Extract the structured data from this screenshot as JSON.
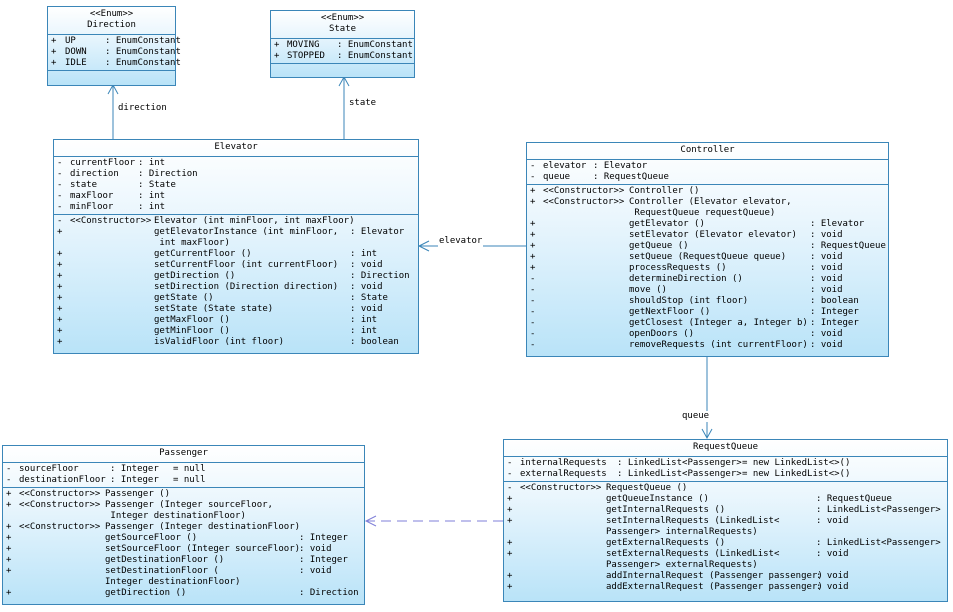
{
  "direction": {
    "stereotype": "<<Enum>>",
    "name": "Direction",
    "attributes": [
      {
        "vis": "+",
        "name": "UP",
        "type": ": EnumConstant"
      },
      {
        "vis": "+",
        "name": "DOWN",
        "type": ": EnumConstant"
      },
      {
        "vis": "+",
        "name": "IDLE",
        "type": ": EnumConstant"
      }
    ]
  },
  "state": {
    "stereotype": "<<Enum>>",
    "name": "State",
    "attributes": [
      {
        "vis": "+",
        "name": "MOVING",
        "type": ": EnumConstant"
      },
      {
        "vis": "+",
        "name": "STOPPED",
        "type": ": EnumConstant"
      }
    ]
  },
  "elevator": {
    "name": "Elevator",
    "attributes": [
      {
        "vis": "-",
        "name": "currentFloor",
        "type": ": int"
      },
      {
        "vis": "-",
        "name": "direction",
        "type": ": Direction"
      },
      {
        "vis": "-",
        "name": "state",
        "type": ": State"
      },
      {
        "vis": "-",
        "name": "maxFloor",
        "type": ": int"
      },
      {
        "vis": "-",
        "name": "minFloor",
        "type": ": int"
      }
    ],
    "operations": [
      {
        "vis": "-",
        "ctor": "<<Constructor>>",
        "sig": "Elevator (int minFloor, int maxFloor)",
        "ret": ""
      },
      {
        "vis": "+",
        "ctor": "",
        "sig": "getElevatorInstance (int minFloor,\n int maxFloor)",
        "ret": ": Elevator"
      },
      {
        "vis": "+",
        "ctor": "",
        "sig": "getCurrentFloor ()",
        "ret": ": int"
      },
      {
        "vis": "+",
        "ctor": "",
        "sig": "setCurrentFloor (int currentFloor)",
        "ret": ": void"
      },
      {
        "vis": "+",
        "ctor": "",
        "sig": "getDirection ()",
        "ret": ": Direction"
      },
      {
        "vis": "+",
        "ctor": "",
        "sig": "setDirection (Direction direction)",
        "ret": ": void"
      },
      {
        "vis": "+",
        "ctor": "",
        "sig": "getState ()",
        "ret": ": State"
      },
      {
        "vis": "+",
        "ctor": "",
        "sig": "setState (State state)",
        "ret": ": void"
      },
      {
        "vis": "+",
        "ctor": "",
        "sig": "getMaxFloor ()",
        "ret": ": int"
      },
      {
        "vis": "+",
        "ctor": "",
        "sig": "getMinFloor ()",
        "ret": ": int"
      },
      {
        "vis": "+",
        "ctor": "",
        "sig": "isValidFloor (int floor)",
        "ret": ": boolean"
      }
    ]
  },
  "controller": {
    "name": "Controller",
    "attributes": [
      {
        "vis": "-",
        "name": "elevator",
        "type": ": Elevator"
      },
      {
        "vis": "-",
        "name": "queue",
        "type": ": RequestQueue"
      }
    ],
    "operations": [
      {
        "vis": "+",
        "ctor": "<<Constructor>>",
        "sig": "Controller ()",
        "ret": ""
      },
      {
        "vis": "+",
        "ctor": "<<Constructor>>",
        "sig": "Controller (Elevator elevator,\n RequestQueue requestQueue)",
        "ret": ""
      },
      {
        "vis": "+",
        "ctor": "",
        "sig": "getElevator ()",
        "ret": ": Elevator"
      },
      {
        "vis": "+",
        "ctor": "",
        "sig": "setElevator (Elevator elevator)",
        "ret": ": void"
      },
      {
        "vis": "+",
        "ctor": "",
        "sig": "getQueue ()",
        "ret": ": RequestQueue"
      },
      {
        "vis": "+",
        "ctor": "",
        "sig": "setQueue (RequestQueue queue)",
        "ret": ": void"
      },
      {
        "vis": "+",
        "ctor": "",
        "sig": "processRequests ()",
        "ret": ": void"
      },
      {
        "vis": "-",
        "ctor": "",
        "sig": "determineDirection ()",
        "ret": ": void"
      },
      {
        "vis": "-",
        "ctor": "",
        "sig": "move ()",
        "ret": ": void"
      },
      {
        "vis": "-",
        "ctor": "",
        "sig": "shouldStop (int floor)",
        "ret": ": boolean"
      },
      {
        "vis": "-",
        "ctor": "",
        "sig": "getNextFloor ()",
        "ret": ": Integer"
      },
      {
        "vis": "-",
        "ctor": "",
        "sig": "getClosest (Integer a, Integer b)",
        "ret": ": Integer"
      },
      {
        "vis": "-",
        "ctor": "",
        "sig": "openDoors ()",
        "ret": ": void"
      },
      {
        "vis": "-",
        "ctor": "",
        "sig": "removeRequests (int currentFloor)",
        "ret": ": void"
      }
    ]
  },
  "requestqueue": {
    "name": "RequestQueue",
    "attributes": [
      {
        "vis": "-",
        "name": "internalRequests",
        "type": ": LinkedList<Passenger>",
        "init": "= new LinkedList<>()"
      },
      {
        "vis": "-",
        "name": "externalRequests",
        "type": ": LinkedList<Passenger>",
        "init": "= new LinkedList<>()"
      }
    ],
    "operations": [
      {
        "vis": "-",
        "ctor": "<<Constructor>>",
        "sig": "RequestQueue ()",
        "ret": ""
      },
      {
        "vis": "+",
        "ctor": "",
        "sig": "getQueueInstance ()",
        "ret": ": RequestQueue"
      },
      {
        "vis": "+",
        "ctor": "",
        "sig": "getInternalRequests ()",
        "ret": ": LinkedList<Passenger>"
      },
      {
        "vis": "+",
        "ctor": "",
        "sig": "setInternalRequests (LinkedList<\nPassenger> internalRequests)",
        "ret": ": void"
      },
      {
        "vis": "+",
        "ctor": "",
        "sig": "getExternalRequests ()",
        "ret": ": LinkedList<Passenger>"
      },
      {
        "vis": "+",
        "ctor": "",
        "sig": "setExternalRequests (LinkedList<\nPassenger> externalRequests)",
        "ret": ": void"
      },
      {
        "vis": "+",
        "ctor": "",
        "sig": "addInternalRequest (Passenger passenger)",
        "ret": ": void"
      },
      {
        "vis": "+",
        "ctor": "",
        "sig": "addExternalRequest (Passenger passenger)",
        "ret": ": void"
      }
    ]
  },
  "passenger": {
    "name": "Passenger",
    "attributes": [
      {
        "vis": "-",
        "name": "sourceFloor",
        "type": ": Integer",
        "init": "= null"
      },
      {
        "vis": "-",
        "name": "destinationFloor",
        "type": ": Integer",
        "init": "= null"
      }
    ],
    "operations": [
      {
        "vis": "+",
        "ctor": "<<Constructor>>",
        "sig": "Passenger ()",
        "ret": ""
      },
      {
        "vis": "+",
        "ctor": "<<Constructor>>",
        "sig": "Passenger (Integer sourceFloor,\n Integer destinationFloor)",
        "ret": ""
      },
      {
        "vis": "+",
        "ctor": "<<Constructor>>",
        "sig": "Passenger (Integer destinationFloor)",
        "ret": ""
      },
      {
        "vis": "+",
        "ctor": "",
        "sig": "getSourceFloor ()",
        "ret": ": Integer"
      },
      {
        "vis": "+",
        "ctor": "",
        "sig": "setSourceFloor (Integer sourceFloor)",
        "ret": ": void"
      },
      {
        "vis": "+",
        "ctor": "",
        "sig": "getDestinationFloor ()",
        "ret": ": Integer"
      },
      {
        "vis": "+",
        "ctor": "",
        "sig": "setDestinationFloor (\nInteger destinationFloor)",
        "ret": ": void"
      },
      {
        "vis": "+",
        "ctor": "",
        "sig": "getDirection ()",
        "ret": ": Direction"
      }
    ]
  },
  "links": {
    "direction_label": "direction",
    "state_label": "state",
    "elevator_label": "elevator",
    "queue_label": "queue"
  }
}
